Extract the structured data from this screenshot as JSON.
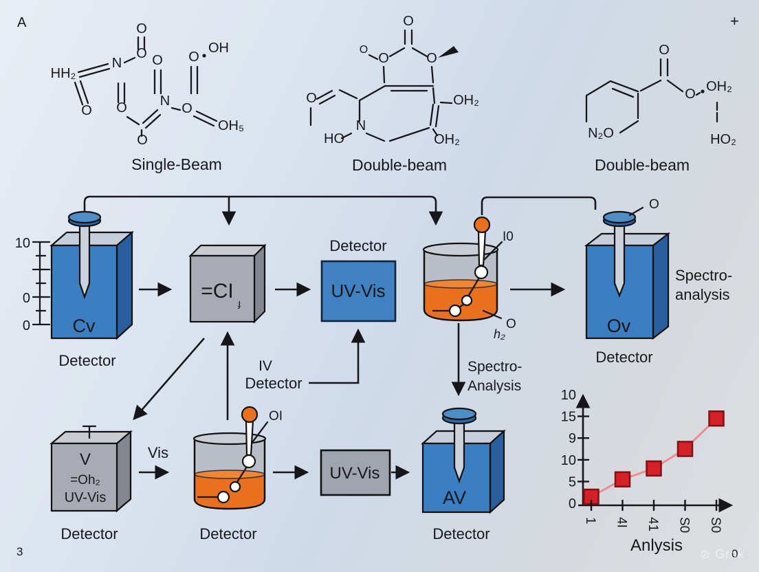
{
  "panel": {
    "corner_a": "A",
    "corner_plus": "+",
    "corner_3": "3",
    "corner_0": "0",
    "watermark": "⊘ Grok"
  },
  "structures": {
    "s1": {
      "caption": "Single-Beam",
      "atoms": [
        "O",
        "O",
        "N",
        "HH₂",
        "O",
        "O",
        "O",
        "O",
        "OH",
        "N",
        "O",
        "OH₅",
        "O"
      ]
    },
    "s2": {
      "caption": "Double-beam",
      "atoms": [
        "O",
        "O",
        "O",
        "O",
        "OH₂",
        "N",
        "HO",
        "OH₂",
        "O"
      ]
    },
    "s3": {
      "caption": "Double-beam",
      "atoms": [
        "O",
        "O",
        "OH₂",
        "HO₂",
        "N₂O"
      ]
    }
  },
  "flow": {
    "scale_labels": [
      "10",
      "0",
      "0"
    ],
    "cv": {
      "label": "Cv",
      "caption": "Detector"
    },
    "ci": {
      "label": "=CI",
      "sub": "ɟ"
    },
    "uvvis_top": {
      "title": "Detector",
      "label": "UV-Vis"
    },
    "iv": {
      "line1": "IV",
      "line2": "Detector"
    },
    "beaker1": {
      "tag": "I0",
      "side_o": "O",
      "side_h": "h₂"
    },
    "spectro_down": {
      "line1": "Spectro-",
      "line2": "Analysis"
    },
    "ov": {
      "label": "Ov",
      "caption": "Detector",
      "top_tag": "O",
      "side1": "Spectro-",
      "side2": "analysis"
    },
    "vbox": {
      "line1": "V",
      "line2": "=Oh₂",
      "line3": "UV-Vis",
      "caption": "Detector"
    },
    "vis_label": "Vis",
    "beaker2": {
      "tag": "OI",
      "caption": "Detector"
    },
    "uvvis_bottom": {
      "label": "UV-Vis"
    },
    "av": {
      "label": "AV",
      "caption": "Detector"
    }
  },
  "chart_data": {
    "type": "line",
    "title": "Anlysis",
    "x_tick_labels": [
      "1",
      "4I",
      "41",
      "S0",
      "S0"
    ],
    "y_tick_labels_bottom_to_top": [
      "0",
      "5",
      "10",
      "9",
      "15",
      "10"
    ],
    "values": [
      1.5,
      5.5,
      8,
      12.5,
      19.5
    ],
    "ylim": [
      0,
      25
    ],
    "marker": "square",
    "marker_color": "#d62027",
    "marker_edge_color": "#801116",
    "line_color": "#ee8a93",
    "grid": false,
    "legend": false
  }
}
